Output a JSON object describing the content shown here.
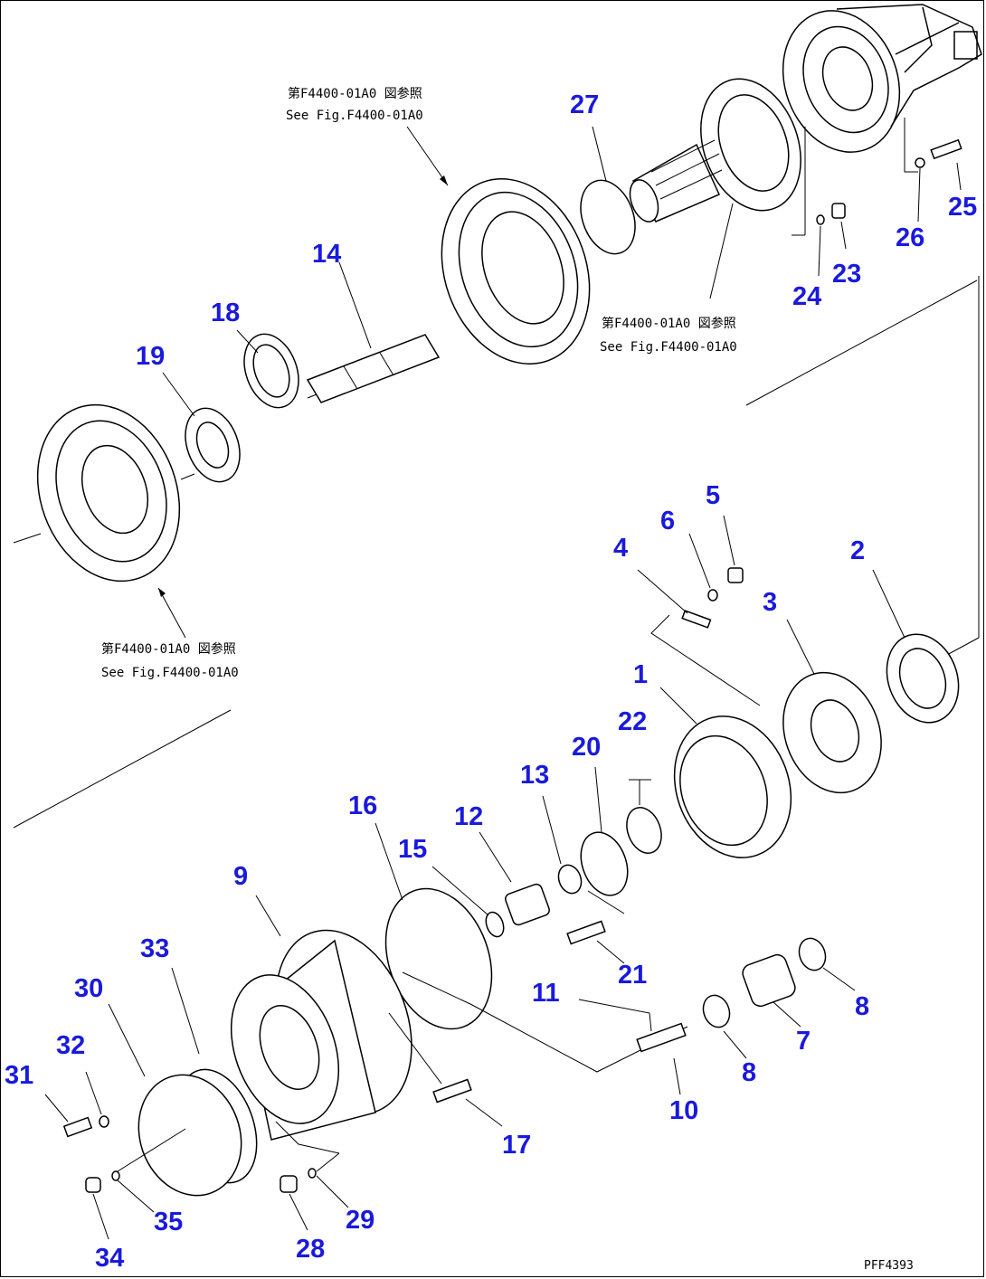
{
  "diagram": {
    "part_numbers": [
      "1",
      "2",
      "3",
      "4",
      "5",
      "6",
      "7",
      "8",
      "8",
      "9",
      "10",
      "11",
      "12",
      "13",
      "14",
      "15",
      "16",
      "17",
      "18",
      "19",
      "20",
      "21",
      "22",
      "23",
      "24",
      "25",
      "26",
      "27",
      "28",
      "29",
      "30",
      "31",
      "32",
      "33",
      "34",
      "35"
    ],
    "references": {
      "top_jp": "第F4400-01A0 図参照",
      "top_en": "See Fig.F4400-01A0",
      "right_jp": "第F4400-01A0 図参照",
      "right_en": "See Fig.F4400-01A0",
      "left_jp": "第F4400-01A0 図参照",
      "left_en": "See Fig.F4400-01A0"
    },
    "drawing_code": "PFF4393"
  }
}
